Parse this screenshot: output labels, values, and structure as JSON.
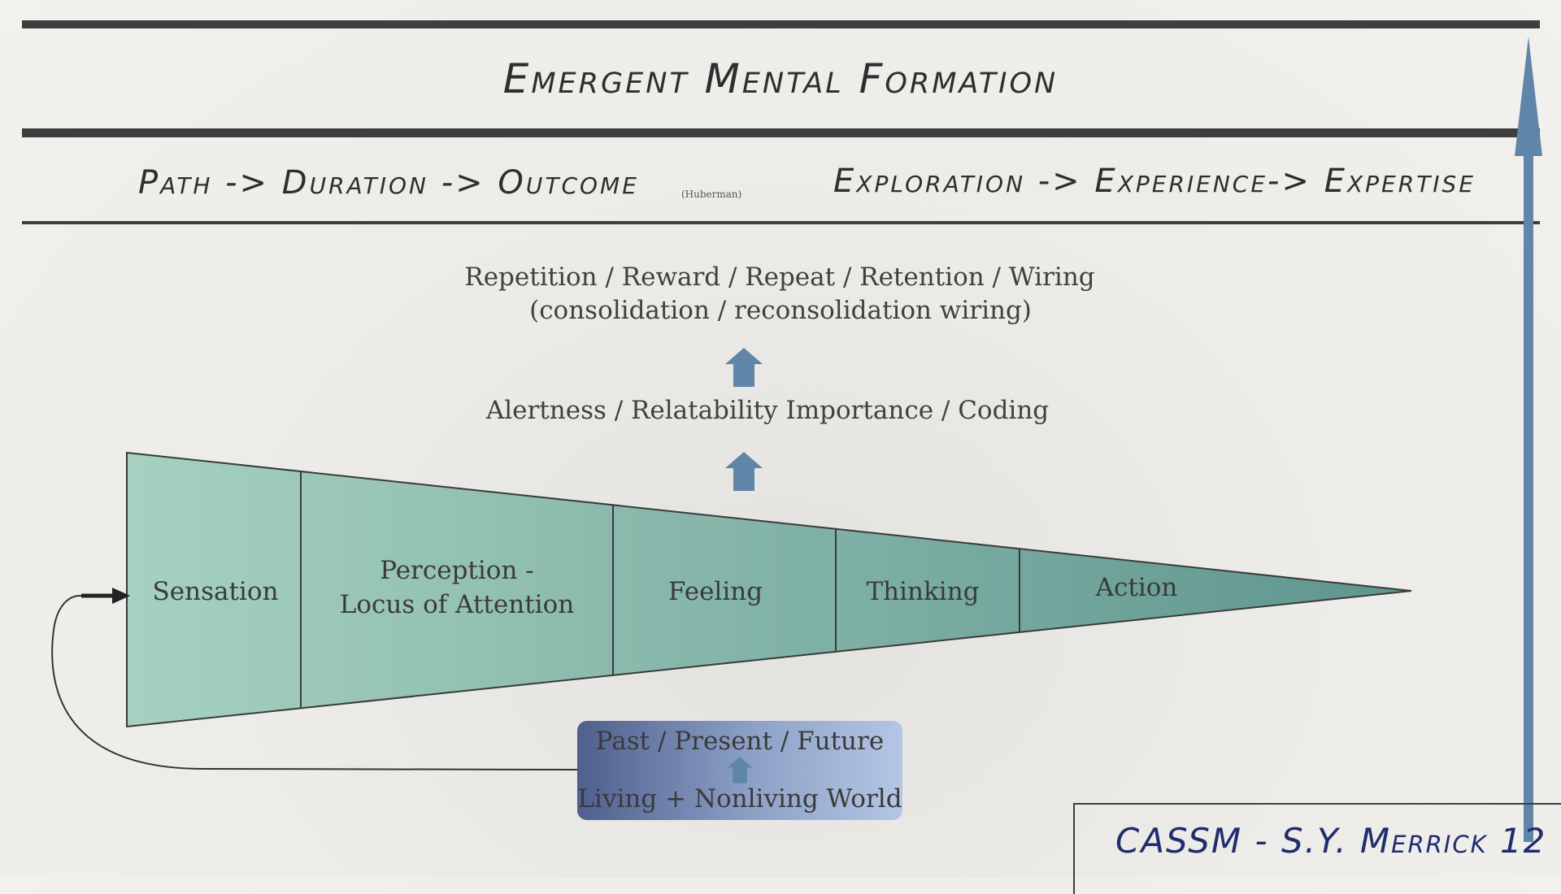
{
  "header": {
    "title": "Emergent Mental Formation",
    "path_text": "Path -> Duration -> Outcome",
    "source_note": "(Huberman)",
    "exploration_text": "Exploration -> Experience-> Expertise"
  },
  "levels": {
    "top_line1": "Repetition / Reward / Repeat / Retention / Wiring",
    "top_line2": "(consolidation / reconsolidation wiring)",
    "middle": "Alertness / Relatability Importance / Coding"
  },
  "funnel": {
    "segments": [
      {
        "label": "Sensation"
      },
      {
        "label": "Perception -",
        "label2": "Locus of Attention"
      },
      {
        "label": "Feeling"
      },
      {
        "label": "Thinking"
      },
      {
        "label": "Action"
      }
    ]
  },
  "context_box": {
    "line1": "Past  /  Present  / Future",
    "line2": "Living + Nonliving World"
  },
  "footer": {
    "signature": "CASSM - S.Y. Merrick 12"
  },
  "colors": {
    "funnel_start": "#a6d1c0",
    "funnel_end": "#5e958e",
    "arrow_blue": "#5f86a8",
    "signature_blue": "#1f2d6e",
    "rule": "#3e3e3e"
  }
}
